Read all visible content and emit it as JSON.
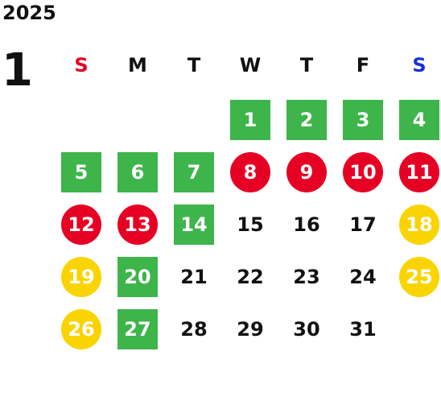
{
  "year": "2025",
  "month": "1",
  "weekdays": [
    {
      "label": "S",
      "color": "#e60024"
    },
    {
      "label": "M",
      "color": "#111111"
    },
    {
      "label": "T",
      "color": "#111111"
    },
    {
      "label": "W",
      "color": "#111111"
    },
    {
      "label": "T",
      "color": "#111111"
    },
    {
      "label": "F",
      "color": "#111111"
    },
    {
      "label": "S",
      "color": "#1a2fd6"
    }
  ],
  "first_weekday_index": 3,
  "legend_colors": {
    "green": "#3db54a",
    "red": "#e60024",
    "yellow": "#fad400"
  },
  "days": [
    {
      "day": "1",
      "style": "green"
    },
    {
      "day": "2",
      "style": "green"
    },
    {
      "day": "3",
      "style": "green"
    },
    {
      "day": "4",
      "style": "green"
    },
    {
      "day": "5",
      "style": "green"
    },
    {
      "day": "6",
      "style": "green"
    },
    {
      "day": "7",
      "style": "green"
    },
    {
      "day": "8",
      "style": "red"
    },
    {
      "day": "9",
      "style": "red"
    },
    {
      "day": "10",
      "style": "red"
    },
    {
      "day": "11",
      "style": "red"
    },
    {
      "day": "12",
      "style": "red"
    },
    {
      "day": "13",
      "style": "red"
    },
    {
      "day": "14",
      "style": "green"
    },
    {
      "day": "15",
      "style": "plain"
    },
    {
      "day": "16",
      "style": "plain"
    },
    {
      "day": "17",
      "style": "plain"
    },
    {
      "day": "18",
      "style": "yellow"
    },
    {
      "day": "19",
      "style": "yellow"
    },
    {
      "day": "20",
      "style": "green"
    },
    {
      "day": "21",
      "style": "plain"
    },
    {
      "day": "22",
      "style": "plain"
    },
    {
      "day": "23",
      "style": "plain"
    },
    {
      "day": "24",
      "style": "plain"
    },
    {
      "day": "25",
      "style": "yellow"
    },
    {
      "day": "26",
      "style": "yellow"
    },
    {
      "day": "27",
      "style": "green"
    },
    {
      "day": "28",
      "style": "plain"
    },
    {
      "day": "29",
      "style": "plain"
    },
    {
      "day": "30",
      "style": "plain"
    },
    {
      "day": "31",
      "style": "plain"
    }
  ]
}
